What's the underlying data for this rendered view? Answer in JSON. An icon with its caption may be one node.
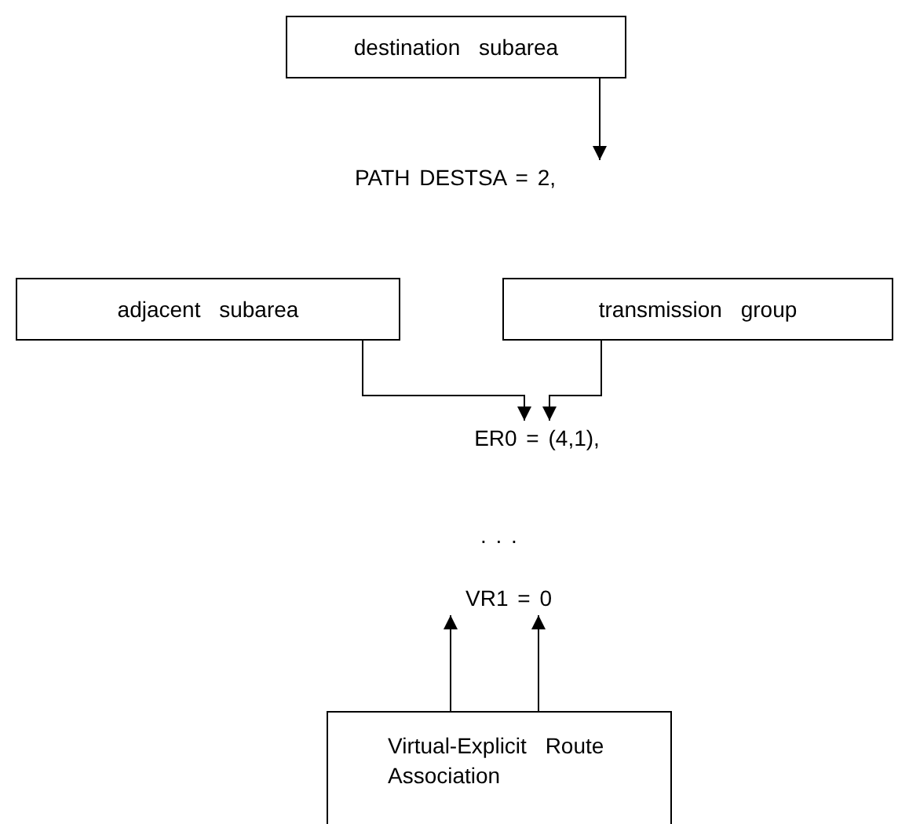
{
  "diagram": {
    "nodes": [
      {
        "text": [
          "destination subarea"
        ]
      },
      {
        "text": [
          "PATH DESTSA = 2,"
        ]
      },
      {
        "text": [
          "adjacent subarea"
        ]
      },
      {
        "text": [
          "transmission group"
        ]
      },
      {
        "text": [
          "ER0 = (4,1),"
        ]
      },
      {
        "text": [
          "VR1 = 0"
        ]
      },
      {
        "text": [
          "Virtual-Explicit Route Association"
        ]
      }
    ],
    "edges": [
      {
        "from": 0,
        "to": 1,
        "arrow": "to"
      },
      {
        "from": 2,
        "to": 4,
        "arrow": "to"
      },
      {
        "from": 3,
        "to": 4,
        "arrow": "to"
      },
      {
        "from": 6,
        "to": 5,
        "arrow": "to"
      },
      {
        "from": 6,
        "to": 5,
        "arrow": "to"
      }
    ],
    "labels": [
      ". . ."
    ]
  }
}
